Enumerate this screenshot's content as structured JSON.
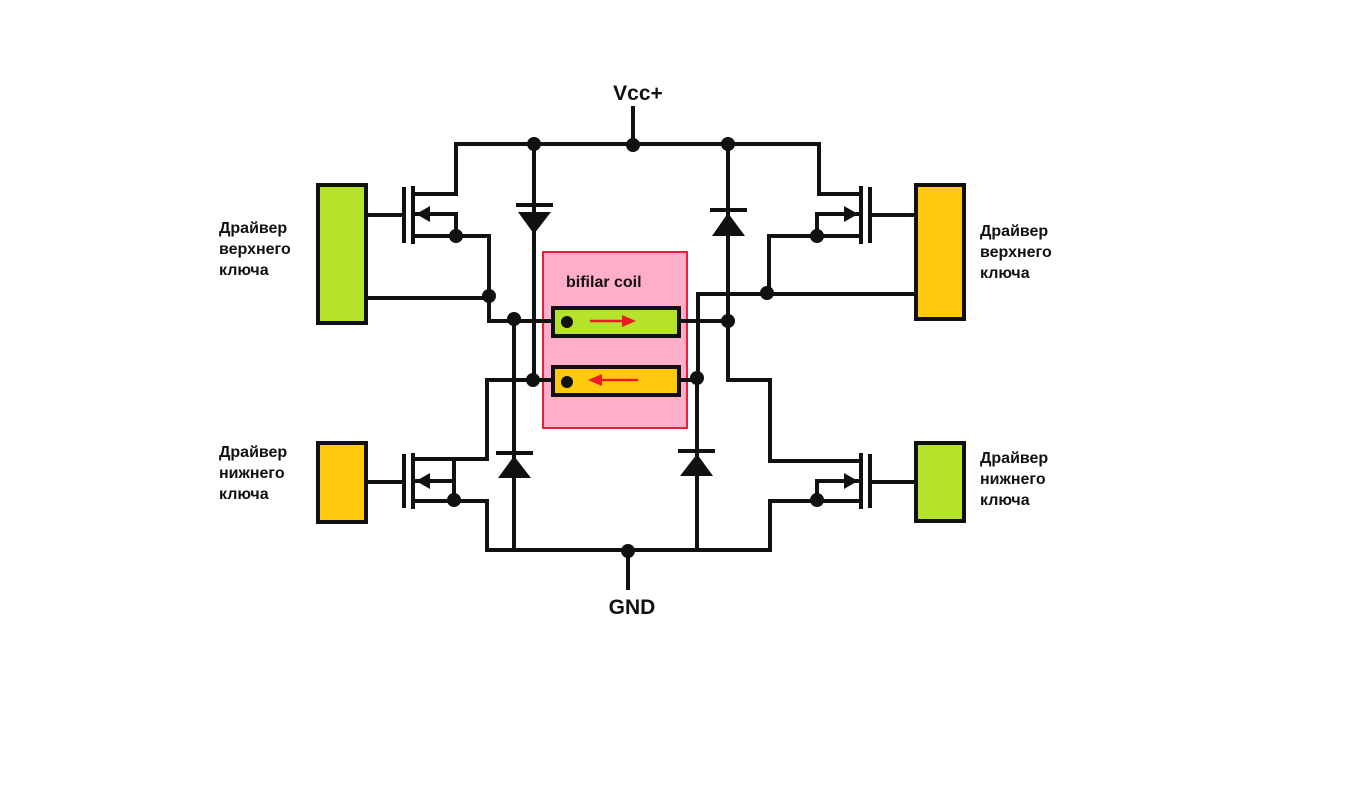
{
  "labels": {
    "vcc": "Vcc+",
    "gnd": "GND",
    "coil_title": "bifilar coil"
  },
  "drivers": {
    "top_left": {
      "lines": [
        "Драйвер",
        "верхнего",
        "ключа"
      ],
      "color": "#b5e22a"
    },
    "bottom_left": {
      "lines": [
        "Драйвер",
        "нижнего",
        "ключа"
      ],
      "color": "#ffc90e"
    },
    "top_right": {
      "lines": [
        "Драйвер",
        "верхнего",
        "ключа"
      ],
      "color": "#ffc90e"
    },
    "bottom_right": {
      "lines": [
        "Драйвер",
        "нижнего",
        "ключа"
      ],
      "color": "#b5e22a"
    }
  },
  "coil": {
    "background": "#ffaec9",
    "border": "#e8203a",
    "winding_top_color": "#b5e22a",
    "winding_bottom_color": "#ffc90e",
    "arrow_color": "#ed1c24"
  }
}
